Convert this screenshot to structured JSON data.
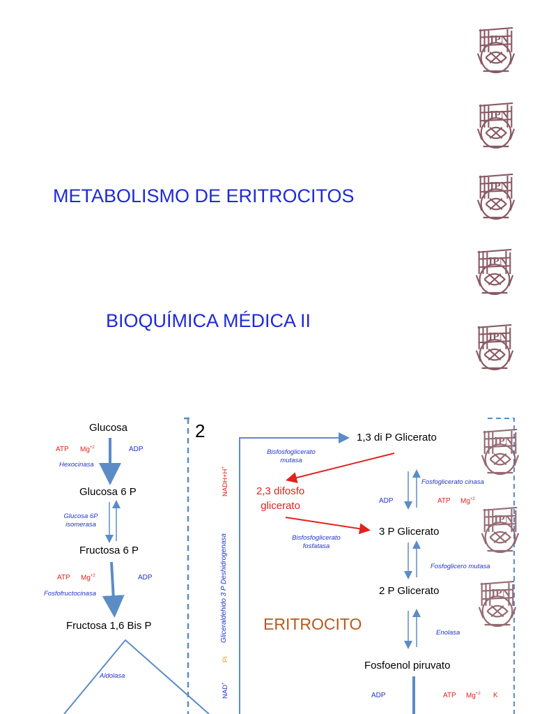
{
  "slide_top": {
    "title": "METABOLISMO DE ERITROCITOS",
    "subtitle": "BIOQUÍMICA MÉDICA II"
  },
  "logos": {
    "seal_text": "IPN",
    "count": 8
  },
  "diagram": {
    "step_number": "2",
    "cell_label": "ERITROCITO",
    "left_metabolites": [
      "Glucosa",
      "Glucosa 6 P",
      "Fructosa 6 P",
      "Fructosa 1,6 Bis P"
    ],
    "right_metabolites": [
      "1,3 di P Glicerato",
      "3 P Glicerato",
      "2 P Glicerato",
      "Fosfoenol piruvato"
    ],
    "red_metabolite_line1": "2,3 difosfo",
    "red_metabolite_line2": "glicerato",
    "hexokinase_step": {
      "atp": "ATP",
      "mg": "Mg",
      "mg_sup": "+2",
      "adp": "ADP",
      "enzyme": "Hexocinasa"
    },
    "isomerase": {
      "line1": "Glucosa 6P",
      "line2": "isomerasa"
    },
    "pfk_step": {
      "atp": "ATP",
      "mg": "Mg",
      "mg_sup": "+2",
      "adp": "ADP",
      "enzyme": "Fosfofructocinasa"
    },
    "aldolase": "Aldolasa",
    "bpg_mutase": {
      "line1": "Bisfosfoglicerato",
      "line2": "mutasa"
    },
    "bpg_phosphatase": {
      "line1": "Bisfosfoglicerato",
      "line2": "fosfatasa"
    },
    "pgk_step": {
      "adp": "ADP",
      "enzyme": "Fosfoglicerato cinasa",
      "atp": "ATP",
      "mg": "Mg",
      "mg_sup": "+2"
    },
    "pg_mutase": "Fosfoglicero mutasa",
    "enolase": "Enolasa",
    "pk_step": {
      "adp": "ADP",
      "atp": "ATP",
      "mg": "Mg",
      "mg_sup": "+2",
      "k": "K"
    },
    "gapdh": {
      "enzyme": "Gliceraldehido 3 P Deshidrogenasa",
      "nadh": "NADH+H",
      "nadh_sup": "+",
      "pi": "Pi",
      "nad": "NAD",
      "nad_sup": "+"
    }
  },
  "colors": {
    "title_blue": "#1f2ad6",
    "arrow_blue": "#5b8cc6",
    "red": "#e0231e",
    "eritrocito": "#b35a1f",
    "pi_orange": "#e8931e",
    "logo_maroon": "#8a5a64"
  }
}
